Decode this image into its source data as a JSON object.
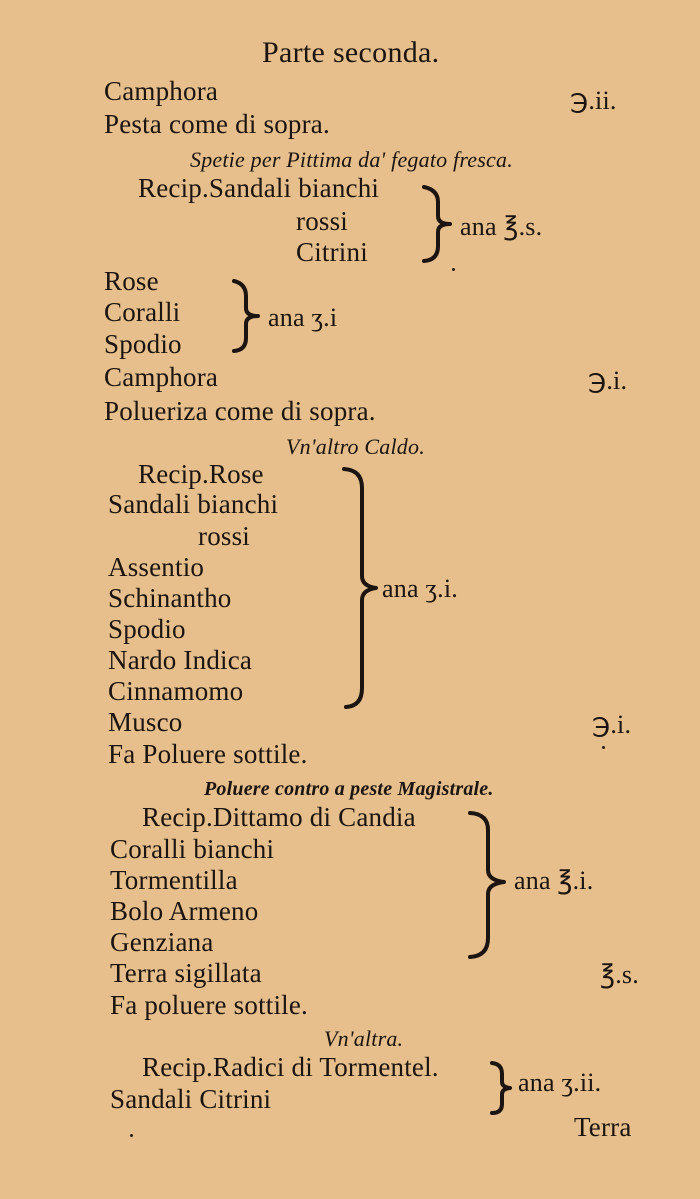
{
  "page": {
    "title": "Parte seconda.",
    "lines": [
      "Camphora",
      "Pesta come di sopra.",
      "Spetie per Pittima da' fegato fresca.",
      "Recip.Sandali bianchi",
      "rossi",
      "Citrini",
      "Rose",
      "Coralli",
      "Spodio",
      "Camphora",
      "Polueriza come di sopra.",
      "Vn'altro Caldo.",
      "Recip.Rose",
      "Sandali bianchi",
      "rossi",
      "Assentio",
      "Schinantho",
      "Spodio",
      "Nardo Indica",
      "Cinnamomo",
      "Musco",
      "Fa Poluere sottile.",
      "Poluere contro a peste Magistrale.",
      "Recip.Dittamo di Candia",
      "Coralli bianchi",
      "Tormentilla",
      "Bolo Armeno",
      "Genziana",
      "Terra sigillata",
      "Fa poluere sottile.",
      "Vn'altra.",
      "Recip.Radici di Tormentel.",
      "Sandali Citrini"
    ],
    "quantities": [
      "℈.ii.",
      "ana ℥.s.",
      "ana ʒ.i",
      "℈.i.",
      "ana ʒ.i.",
      "℈.i.",
      "ana ℥.i.",
      "℥.s.",
      "ana ʒ.ii."
    ],
    "catchword": "Terra"
  }
}
